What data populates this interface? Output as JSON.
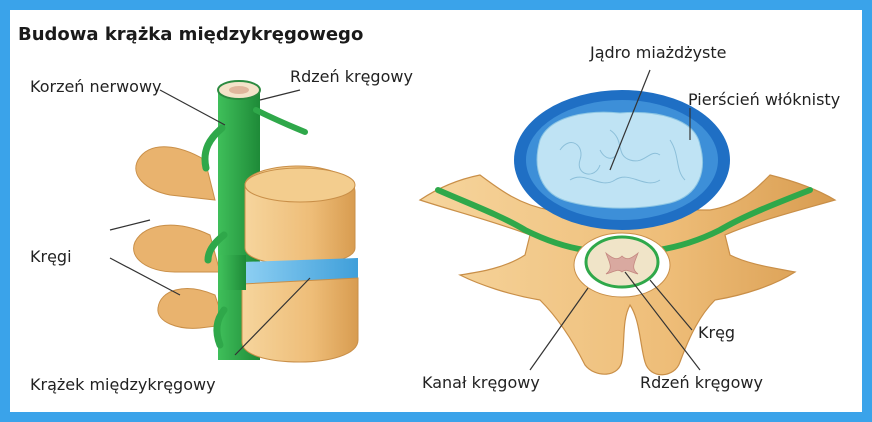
{
  "title": "Budowa krążka międzykręgowego",
  "labels": {
    "nerve_root": "Korzeń nerwowy",
    "spinal_cord_top": "Rdzeń kręgowy",
    "vertebrae": "Kręgi",
    "intervertebral_disc": "Krążek międzykręgowy",
    "nucleus_pulposus": "Jądro miażdżyste",
    "annulus_fibrosus": "Pierścień włóknisty",
    "vertebra": "Kręg",
    "spinal_canal": "Kanał kręgowy",
    "spinal_cord_bottom": "Rdzeń kręgowy"
  },
  "colors": {
    "frame": "#3aa3ea",
    "bone": "#efc283",
    "bone_shadow": "#d29a52",
    "nerve": "#2fa84a",
    "disc": "#56b4e8",
    "annulus": "#1f6fc4",
    "nucleus": "#bfe3f4"
  }
}
